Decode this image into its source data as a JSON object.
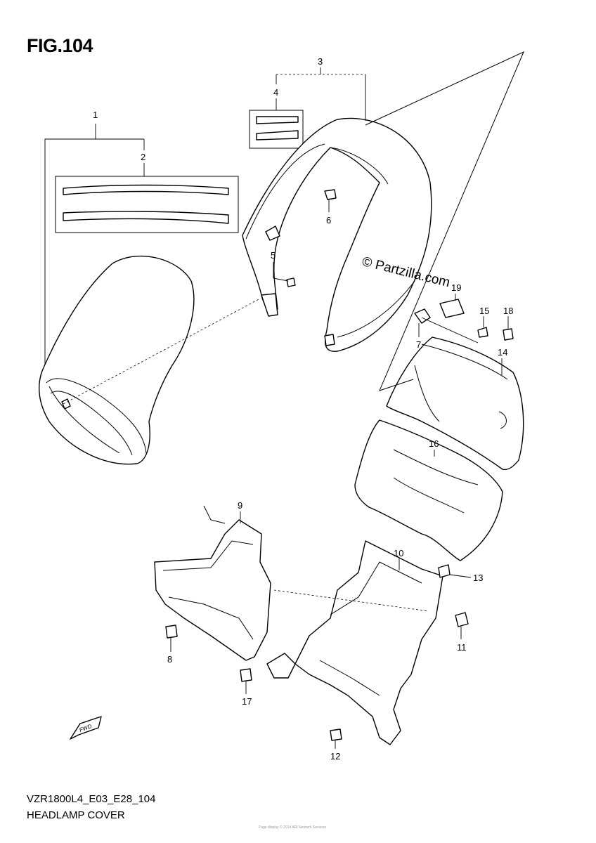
{
  "figure": {
    "title": "FIG.104",
    "model_code": "VZR1800L4_E03_E28_104",
    "caption": "HEADLAMP COVER",
    "watermark": "© Partzilla.com",
    "footnote": "Page display © 2014 ARI Network Services"
  },
  "callouts": [
    "1",
    "2",
    "3",
    "4",
    "5",
    "6",
    "7",
    "8",
    "9",
    "10",
    "11",
    "12",
    "13",
    "14",
    "15",
    "16",
    "17",
    "18",
    "19"
  ],
  "icons": {
    "fwd_arrow": "fwd-arrow-icon"
  }
}
